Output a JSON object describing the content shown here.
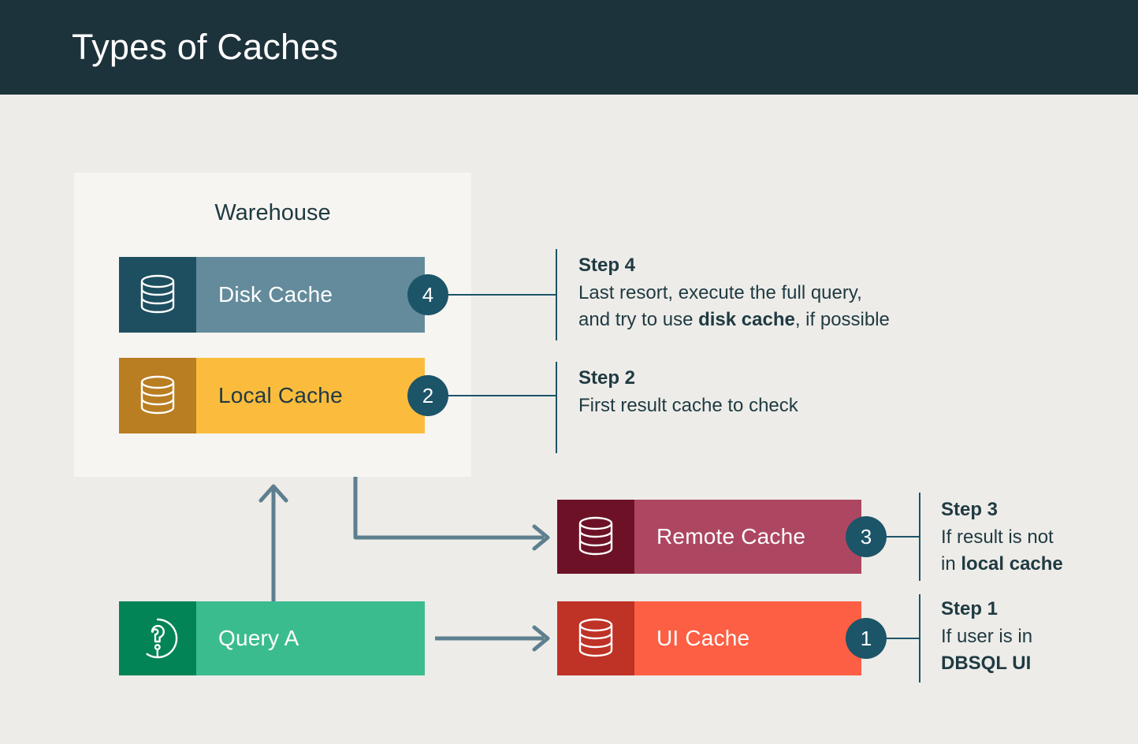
{
  "header": {
    "title": "Types of Caches"
  },
  "colors": {
    "page_background": "#edece8",
    "header_background": "#1d333b",
    "panel_background": "#f6f5f1",
    "badge": "#1c5468",
    "connector": "#1c5468",
    "arrow": "#5d7f8f",
    "text": "#1f3a42",
    "disk_cache_body": "#638b9c",
    "disk_cache_icon": "#1d4f60",
    "local_cache_body": "#fbbc3e",
    "local_cache_icon": "#b97d22",
    "remote_cache_body": "#ad4761",
    "remote_cache_icon": "#6d1226",
    "ui_cache_body": "#fd5f44",
    "ui_cache_icon": "#bf3226",
    "query_body": "#3bbc8e",
    "query_icon": "#028457"
  },
  "warehouse": {
    "label": "Warehouse"
  },
  "nodes": {
    "disk_cache": {
      "label": "Disk Cache",
      "badge": "4",
      "icon": "database-icon"
    },
    "local_cache": {
      "label": "Local Cache",
      "badge": "2",
      "icon": "database-icon"
    },
    "remote_cache": {
      "label": "Remote Cache",
      "badge": "3",
      "icon": "database-icon"
    },
    "ui_cache": {
      "label": "UI Cache",
      "badge": "1",
      "icon": "database-icon"
    },
    "query_a": {
      "label": "Query A",
      "icon": "question-mark-circle-icon"
    }
  },
  "steps": [
    {
      "id": "step1",
      "title": "Step 1",
      "line1": "If user is in",
      "line2_bold": "DBSQL UI"
    },
    {
      "id": "step2",
      "title": "Step 2",
      "line1": "First result cache to check"
    },
    {
      "id": "step3",
      "title": "Step 3",
      "line1": "If result is not",
      "line2_prefix": "in ",
      "line2_bold": "local cache"
    },
    {
      "id": "step4",
      "title": "Step 4",
      "line1": "Last resort, execute the full query,",
      "line2_prefix": "and try to use ",
      "line2_bold": "disk cache",
      "line2_suffix": ", if possible"
    }
  ]
}
